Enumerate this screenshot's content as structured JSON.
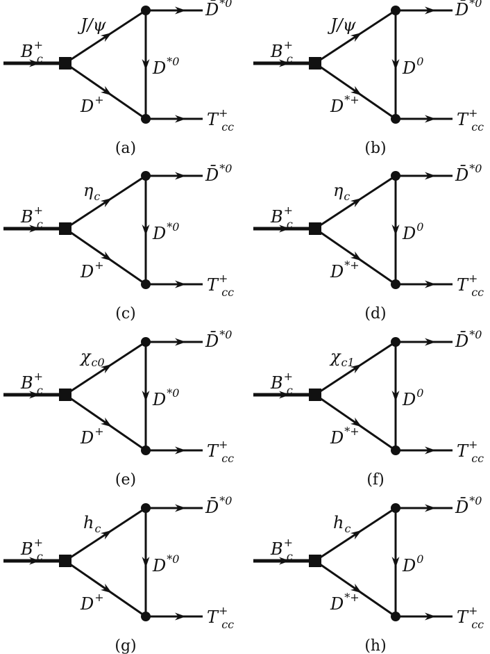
{
  "diagrams": [
    {
      "caption": "(a)",
      "upper": "J/ψ",
      "upper_sub": "",
      "lower": "D",
      "lower_sup": "+",
      "vertical": "D",
      "vertical_sup": "*0"
    },
    {
      "caption": "(b)",
      "upper": "J/ψ",
      "upper_sub": "",
      "lower": "D",
      "lower_sup": "*+",
      "vertical": "D",
      "vertical_sup": "0"
    },
    {
      "caption": "(c)",
      "upper": "η",
      "upper_sub": "c",
      "lower": "D",
      "lower_sup": "+",
      "vertical": "D",
      "vertical_sup": "*0"
    },
    {
      "caption": "(d)",
      "upper": "η",
      "upper_sub": "c",
      "lower": "D",
      "lower_sup": "*+",
      "vertical": "D",
      "vertical_sup": "0"
    },
    {
      "caption": "(e)",
      "upper": "χ",
      "upper_sub": "c0",
      "lower": "D",
      "lower_sup": "+",
      "vertical": "D",
      "vertical_sup": "*0"
    },
    {
      "caption": "(f)",
      "upper": "χ",
      "upper_sub": "c1",
      "lower": "D",
      "lower_sup": "*+",
      "vertical": "D",
      "vertical_sup": "0"
    },
    {
      "caption": "(g)",
      "upper": "h",
      "upper_sub": "c",
      "lower": "D",
      "lower_sup": "+",
      "vertical": "D",
      "vertical_sup": "*0"
    },
    {
      "caption": "(h)",
      "upper": "h",
      "upper_sub": "c",
      "lower": "D",
      "lower_sup": "*+",
      "vertical": "D",
      "vertical_sup": "0"
    }
  ],
  "common": {
    "initial": "B",
    "initial_sup": "+",
    "initial_sub": "c",
    "out_top": "D̄",
    "out_top_sup": "*0",
    "out_bottom": "T",
    "out_bottom_sup": "+",
    "out_bottom_sub": "cc"
  }
}
